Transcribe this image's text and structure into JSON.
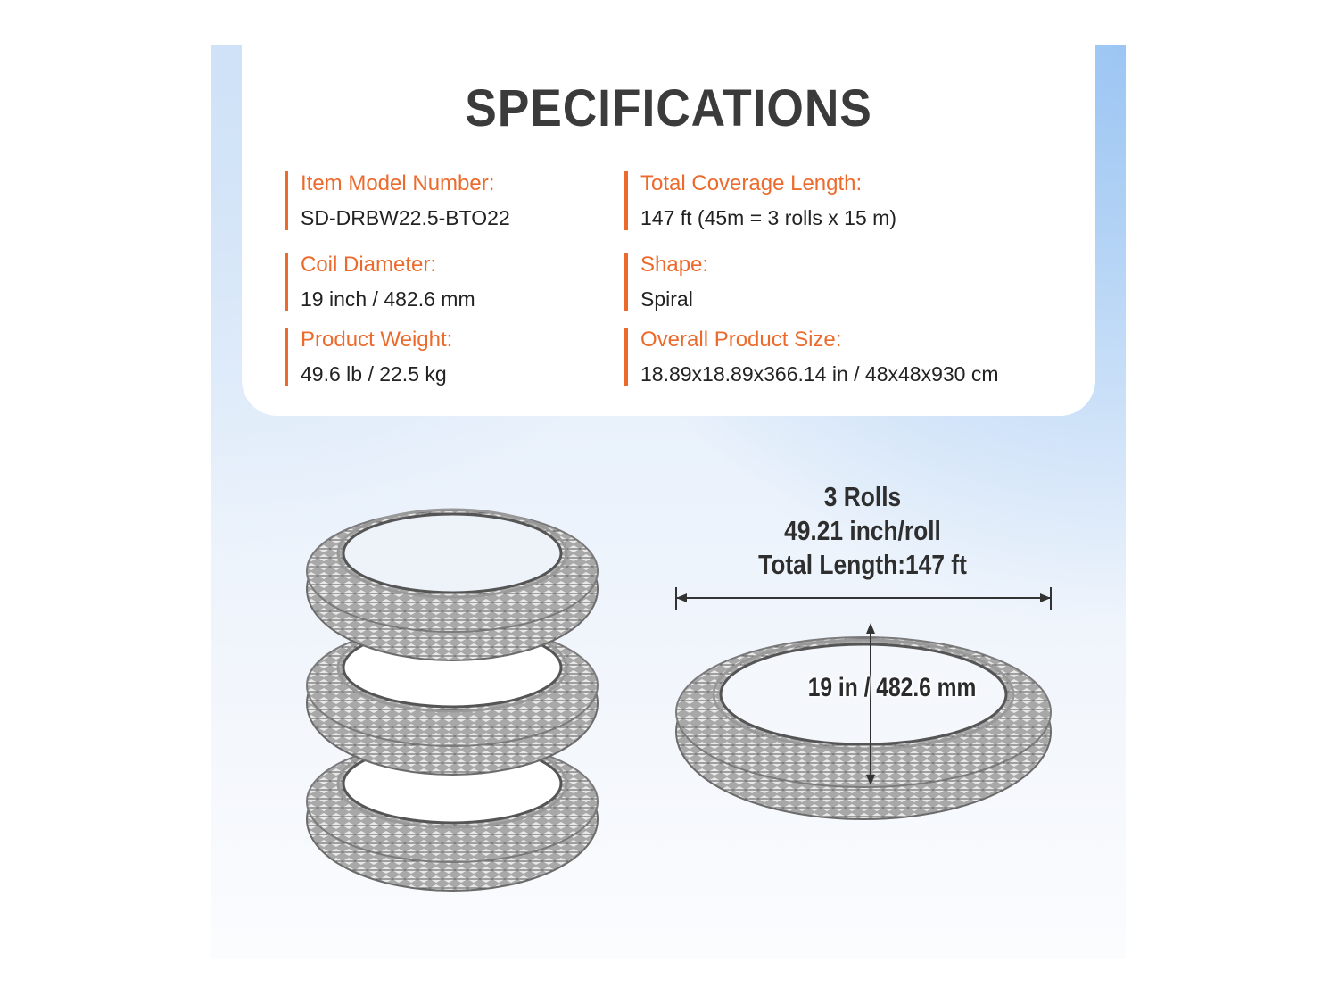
{
  "title": "SPECIFICATIONS",
  "specs": [
    {
      "label": "Item Model Number:",
      "value": "SD-DRBW22.5-BTO22"
    },
    {
      "label": "Total Coverage Length:",
      "value": "147 ft (45m = 3 rolls x 15 m)"
    },
    {
      "label": "Coil Diameter:",
      "value": "19 inch / 482.6 mm"
    },
    {
      "label": "Shape:",
      "value": "Spiral"
    },
    {
      "label": "Product Weight:",
      "value": "49.6 lb / 22.5 kg"
    },
    {
      "label": "Overall Product Size:",
      "value": "18.89x18.89x366.14 in / 48x48x930 cm"
    }
  ],
  "dimensions": {
    "rolls": "3 Rolls",
    "per_roll": "49.21 inch/roll",
    "total_length": "Total Length:147 ft",
    "diameter": "19 in / 482.6 mm"
  },
  "colors": {
    "accent": "#ec6a2c",
    "title": "#3b3b3b"
  }
}
